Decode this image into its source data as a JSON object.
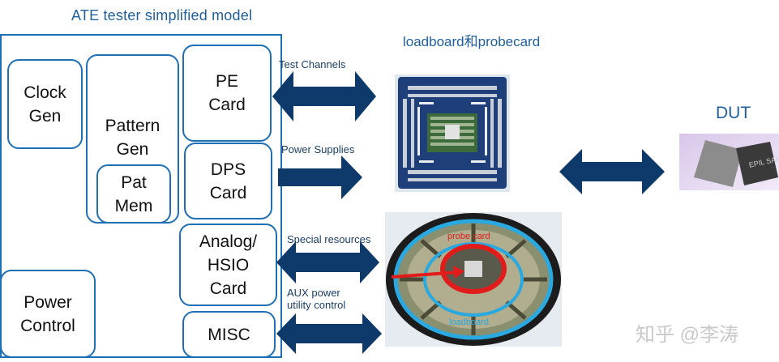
{
  "ate_title": "ATE tester simplified model",
  "blocks": {
    "clock_gen": "Clock\nGen",
    "pattern_gen": "Pattern\nGen",
    "pat_mem": "Pat\nMem",
    "pe_card": "PE\nCard",
    "dps_card": "DPS\nCard",
    "analog_card": "Analog/\nHSIO\nCard",
    "misc": "MISC",
    "power_control": "Power\nControl"
  },
  "channels": {
    "test_channels": "Test Channels",
    "power_supplies": "Power Supplies",
    "special_resources": "Special resources",
    "aux_power": "AUX power\n utility control"
  },
  "loadboard_title": "loadboard和probecard",
  "probecard_photo_labels": {
    "probe_card": "probe card",
    "loadboard": "loadboard"
  },
  "dut_title": "DUT",
  "dut_chip_marking": "EPIL\nSAMPLE",
  "watermark": "知乎 @李涛",
  "colors": {
    "frame_blue": "#1f6fb5",
    "arrow_navy": "#0d3a6b",
    "title_blue": "#1f5f9c"
  }
}
